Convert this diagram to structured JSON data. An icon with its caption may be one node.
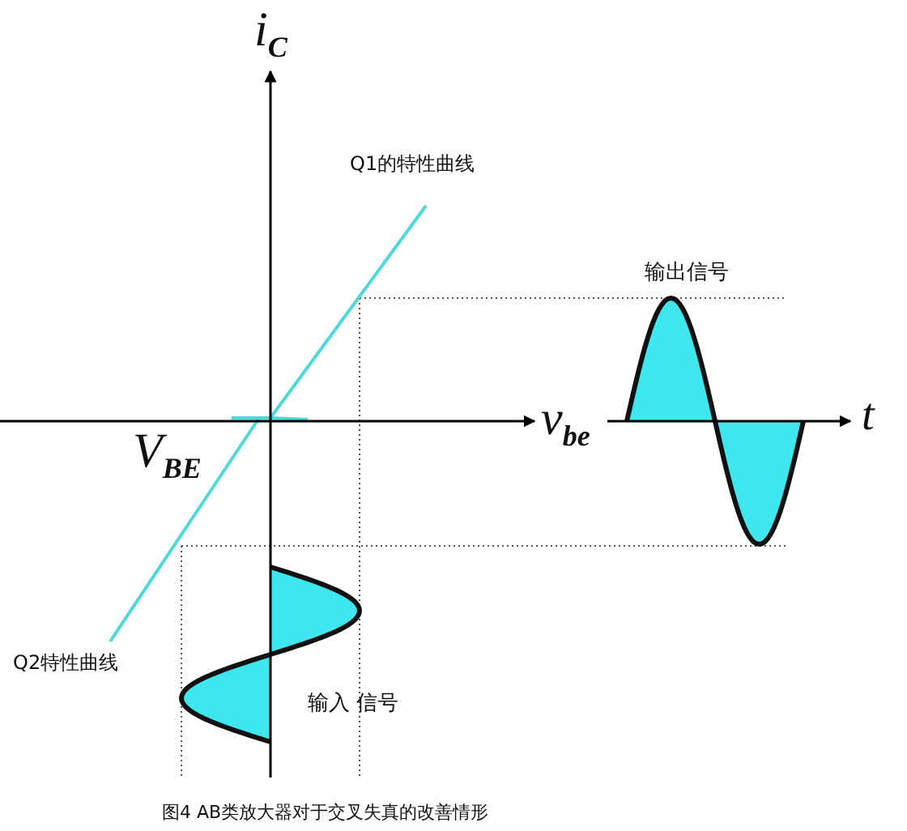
{
  "diagram": {
    "caption": "图4 AB类放大器对于交叉失真的改善情形",
    "labels": [
      "i$_{C}$",
      "Q1的特性曲线",
      "输出信号",
      "v$_{be}$",
      "t",
      "V$_{BE}$",
      "Q2特性曲线",
      "输入 信号"
    ]
  }
}
